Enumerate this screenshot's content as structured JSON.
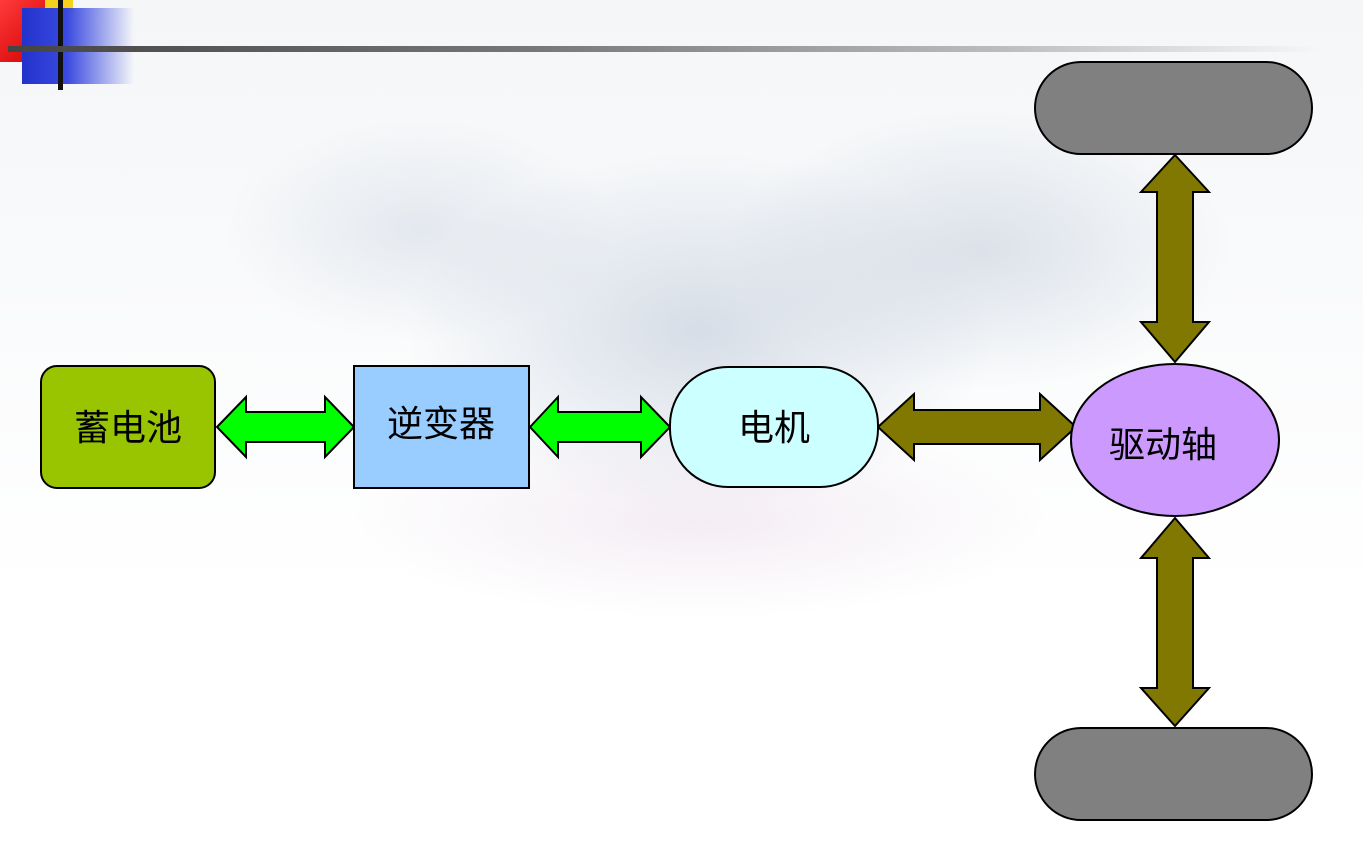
{
  "nodes": {
    "battery": "蓄电池",
    "inverter": "逆变器",
    "motor": "电机",
    "drive_shaft": "驱动轴"
  },
  "colors": {
    "battery": "#99c400",
    "inverter": "#99ccff",
    "motor": "#ccffff",
    "drive_shaft": "#cc99ff",
    "wheel": "#808080",
    "electric_arrow": "#00ff00",
    "mechanical_arrow": "#807800"
  }
}
